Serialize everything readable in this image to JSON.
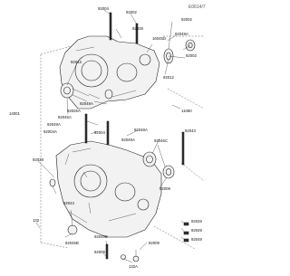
{
  "figure_code": "E0614/7",
  "callouts": [
    "92004",
    "92002",
    "92028",
    "92002",
    "92049A",
    "16045D",
    "92002",
    "92043",
    "14001",
    "92012",
    "92048A",
    "92025A",
    "92045A",
    "92049A",
    "92004",
    "92048A",
    "11060",
    "92004A",
    "92049A",
    "92043",
    "92045C",
    "92009",
    "92028",
    "92043",
    "132",
    "92049",
    "92049",
    "92049",
    "92049B",
    "92045B",
    "92009",
    "132A",
    "92009"
  ]
}
